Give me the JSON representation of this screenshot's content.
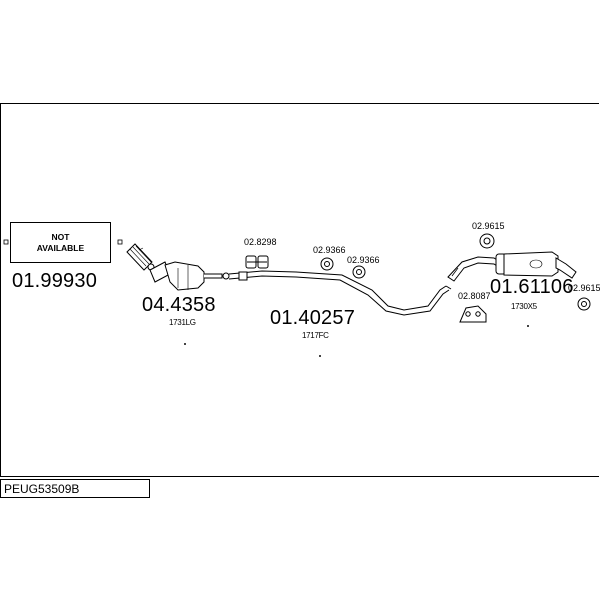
{
  "box": {
    "line1": "NOT",
    "line2": "AVAILABLE"
  },
  "parts": {
    "first_section": {
      "part_no": "01.99930"
    },
    "catalyst": {
      "part_no": "04.4358",
      "code": "1731LG"
    },
    "mid_pipe": {
      "part_no": "01.40257",
      "code": "1717FC"
    },
    "rear_silencer": {
      "part_no": "01.61106",
      "code": "1730X5"
    }
  },
  "fittings": [
    {
      "label": "02.8298"
    },
    {
      "label": "02.9366"
    },
    {
      "label": "02.9366"
    },
    {
      "label": "02.9615"
    },
    {
      "label": "02.8087"
    },
    {
      "label": "02.9615"
    }
  ],
  "footer": {
    "reference": "PEUG53509B"
  }
}
